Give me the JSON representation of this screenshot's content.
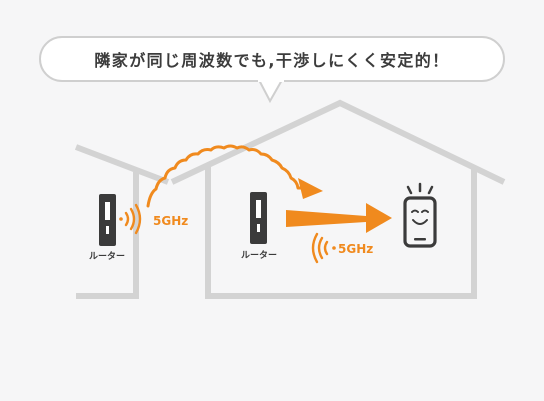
{
  "caption": "隣家が同じ周波数でも,干渉しにくく安定的！",
  "neighbor": {
    "router_label": "ルーター",
    "band_label": "5GHz"
  },
  "home": {
    "router_label": "ルーター",
    "band_label": "5GHz"
  },
  "colors": {
    "accent": "#f08a1e",
    "house_outline": "#d3d3d3",
    "device": "#3b3b3b",
    "background": "#f6f6f7"
  },
  "icons": {
    "router": "router-icon",
    "signal": "wifi-signal-icon",
    "phone": "smartphone-smile-icon",
    "arrow": "arrow-right-icon",
    "interference": "wavy-arrow-icon"
  }
}
